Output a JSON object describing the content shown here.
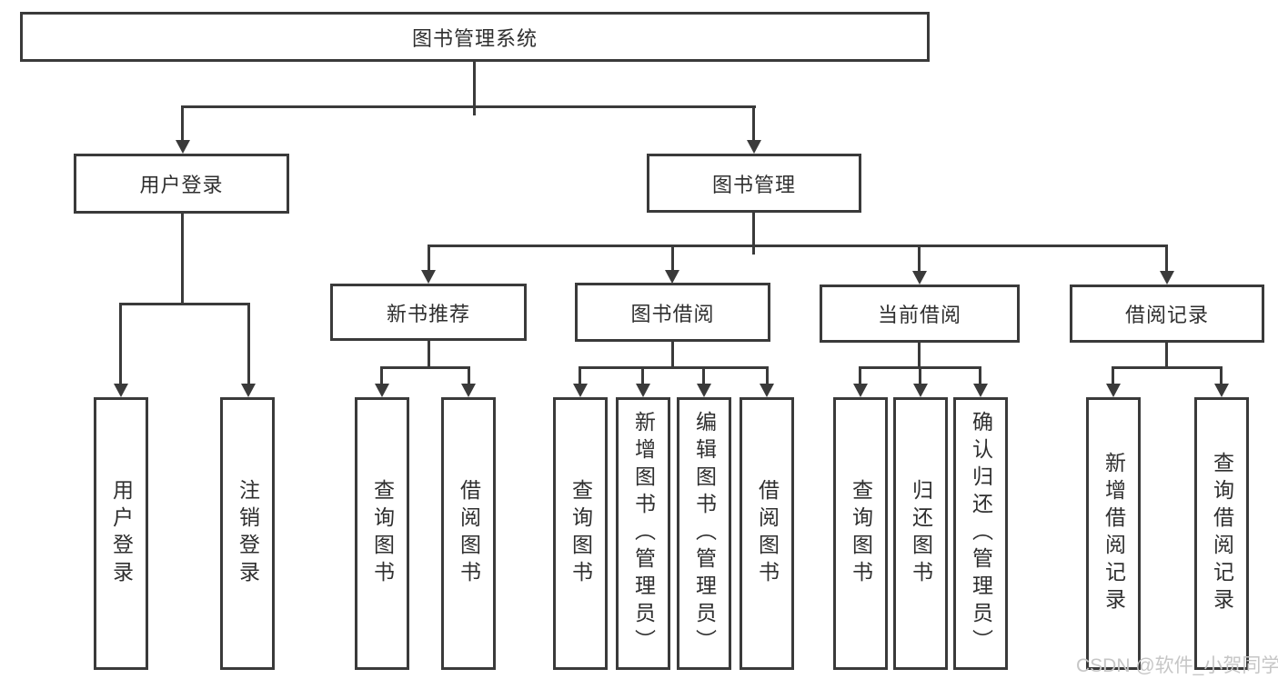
{
  "tree": {
    "root": "图书管理系统",
    "user_login": {
      "label": "用户登录",
      "children": [
        "用户登录",
        "注销登录"
      ]
    },
    "book_management": {
      "label": "图书管理",
      "sections": {
        "new_book_recommend": {
          "label": "新书推荐",
          "children": [
            "查询图书",
            "借阅图书"
          ]
        },
        "book_borrow": {
          "label": "图书借阅",
          "children": [
            "查询图书",
            "新增图书（管理员）",
            "编辑图书（管理员）",
            "借阅图书"
          ]
        },
        "current_borrow": {
          "label": "当前借阅",
          "children": [
            "查询图书",
            "归还图书",
            "确认归还（管理员）"
          ]
        },
        "borrow_record": {
          "label": "借阅记录",
          "children": [
            "新增借阅记录",
            "查询借阅记录"
          ]
        }
      }
    }
  },
  "watermark": "CSDN @软件_小贺同学",
  "colors": {
    "line": "#3a3a3a",
    "text": "#2f2f2f",
    "watermark": "#c6c6c6",
    "background": "#ffffff"
  }
}
